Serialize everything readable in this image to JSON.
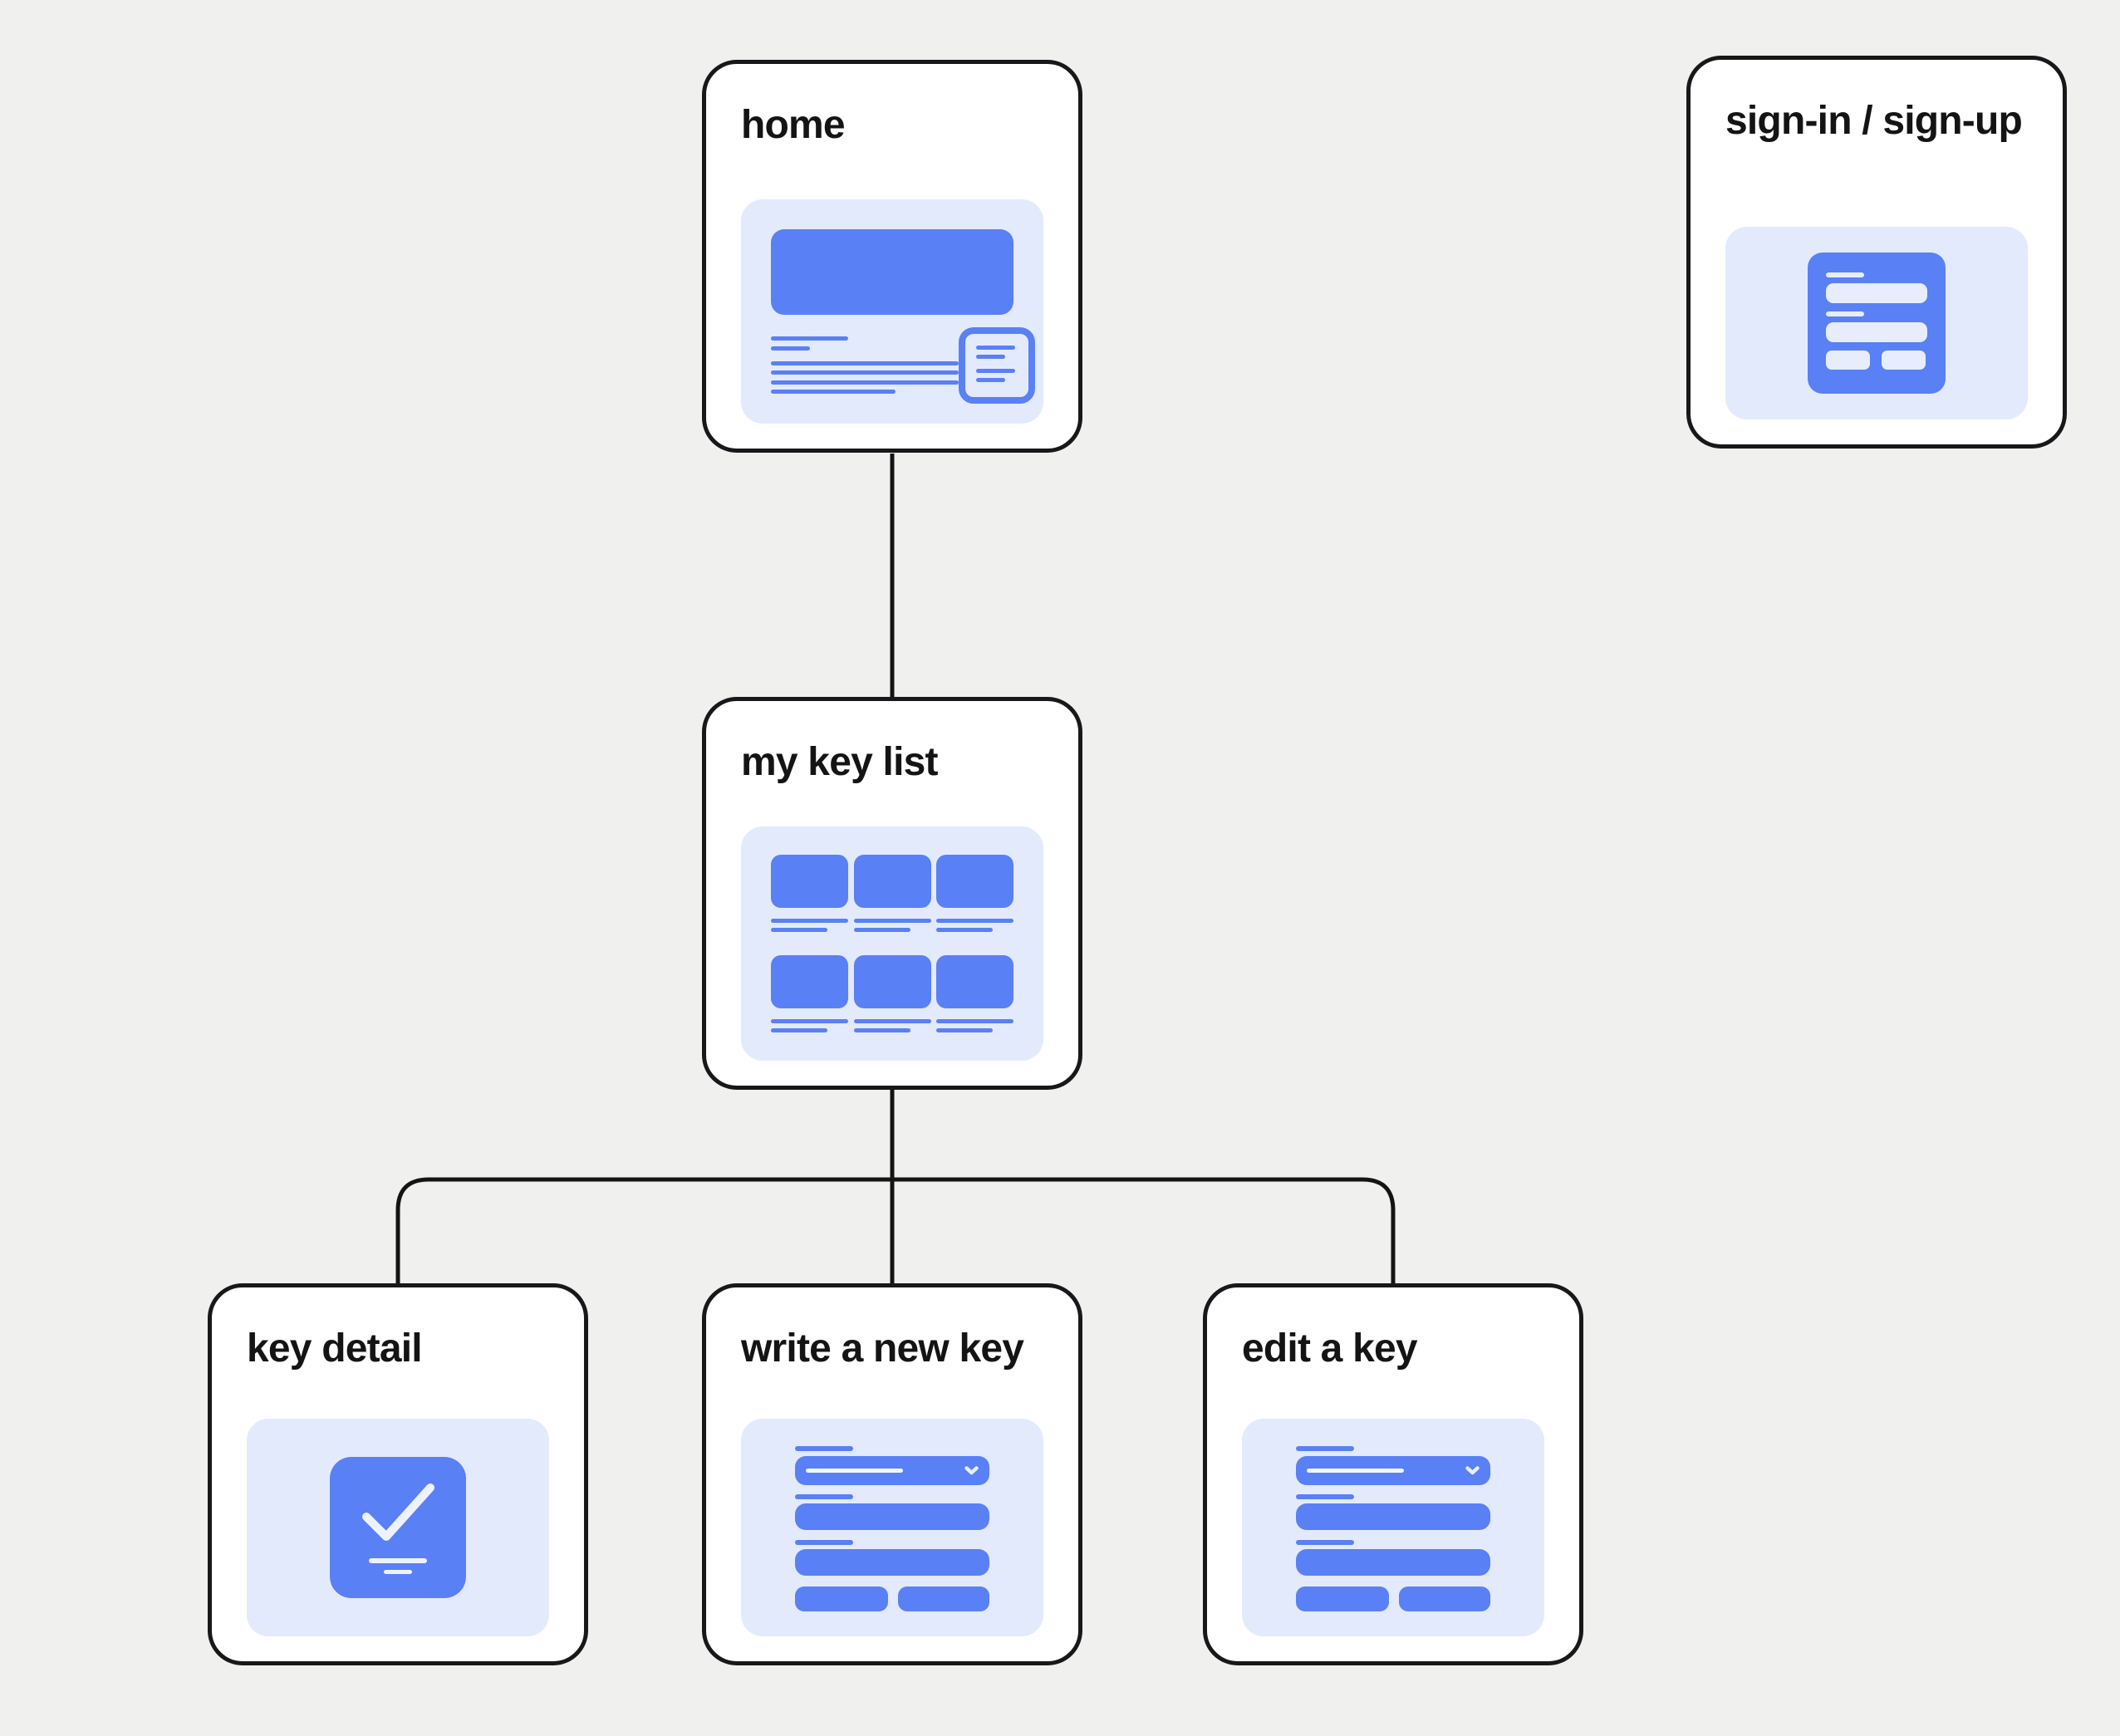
{
  "diagram": {
    "type": "sitemap-flow",
    "background": "#f0f0ee"
  },
  "colors": {
    "card_bg": "#ffffff",
    "card_border": "#18181a",
    "accent_blue": "#5a80f5",
    "panel_light_blue": "#e3eafc",
    "on_blue_light": "#e7edfd",
    "connector": "#141414",
    "title_text": "#141414"
  },
  "nodes": [
    {
      "id": "home",
      "label": "home",
      "thumbnail": "hero-article-wireframe"
    },
    {
      "id": "sign-in-sign-up",
      "label": "sign-in / sign-up",
      "thumbnail": "form-icon"
    },
    {
      "id": "my-key-list",
      "label": "my key list",
      "thumbnail": "card-grid-wireframe"
    },
    {
      "id": "key-detail",
      "label": "key detail",
      "thumbnail": "check-icon"
    },
    {
      "id": "write-a-new-key",
      "label": "write a new key",
      "thumbnail": "form-fields-wireframe"
    },
    {
      "id": "edit-a-key",
      "label": "edit a key",
      "thumbnail": "form-fields-wireframe"
    }
  ],
  "edges": [
    {
      "from": "home",
      "to": "my-key-list"
    },
    {
      "from": "my-key-list",
      "to": "key-detail"
    },
    {
      "from": "my-key-list",
      "to": "write-a-new-key"
    },
    {
      "from": "my-key-list",
      "to": "edit-a-key"
    }
  ]
}
